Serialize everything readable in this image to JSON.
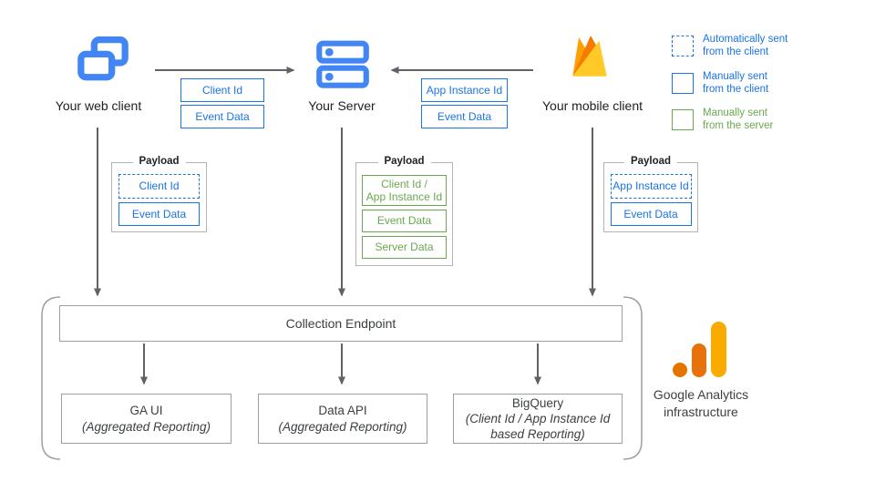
{
  "colors": {
    "blue": "#1a73e8",
    "icon_blue": "#4285F4",
    "green": "#6aa84f",
    "arrow_gray": "#5f6368",
    "box_border_gray": "#9e9e9e",
    "firebase_amber": "#FFA000",
    "firebase_deep_orange": "#F57C00",
    "firebase_yellow": "#FFCA28",
    "ga_dark_orange": "#E37400",
    "ga_orange": "#E8710A",
    "ga_amber": "#F9AB00"
  },
  "clients": {
    "web": {
      "label": "Your web client",
      "icon": "browser-windows-icon"
    },
    "server": {
      "label": "Your Server",
      "icon": "server-stack-icon"
    },
    "mobile": {
      "label": "Your mobile client",
      "icon": "firebase-icon"
    }
  },
  "transfer_labels": {
    "web_to_server": [
      {
        "label": "Client Id"
      },
      {
        "label": "Event Data"
      }
    ],
    "mobile_to_server": [
      {
        "label": "App Instance Id"
      },
      {
        "label": "Event Data"
      }
    ]
  },
  "legend": {
    "items": [
      {
        "swatch": "dashed-blue",
        "label": "Automatically sent\nfrom the client"
      },
      {
        "swatch": "solid-blue",
        "label": "Manually sent\nfrom the client"
      },
      {
        "swatch": "solid-green",
        "label": "Manually sent\nfrom the server"
      }
    ]
  },
  "payloads": [
    {
      "title": "Payload",
      "items": [
        {
          "label": "Client Id",
          "style": "dashed-blue"
        },
        {
          "label": "Event Data",
          "style": "solid-blue"
        }
      ]
    },
    {
      "title": "Payload",
      "items": [
        {
          "label": "Client Id /\nApp Instance Id",
          "style": "solid-green"
        },
        {
          "label": "Event Data",
          "style": "solid-green"
        },
        {
          "label": "Server Data",
          "style": "solid-green"
        }
      ]
    },
    {
      "title": "Payload",
      "items": [
        {
          "label": "App Instance Id",
          "style": "dashed-blue"
        },
        {
          "label": "Event Data",
          "style": "solid-blue"
        }
      ]
    }
  ],
  "infrastructure": {
    "collection_endpoint": "Collection Endpoint",
    "outputs": [
      {
        "title": "GA UI",
        "subtitle": "(Aggregated Reporting)"
      },
      {
        "title": "Data API",
        "subtitle": "(Aggregated Reporting)"
      },
      {
        "title": "BigQuery",
        "subtitle": "(Client Id / App Instance Id\nbased Reporting)"
      }
    ],
    "brand_label": "Google Analytics\ninfrastructure"
  }
}
